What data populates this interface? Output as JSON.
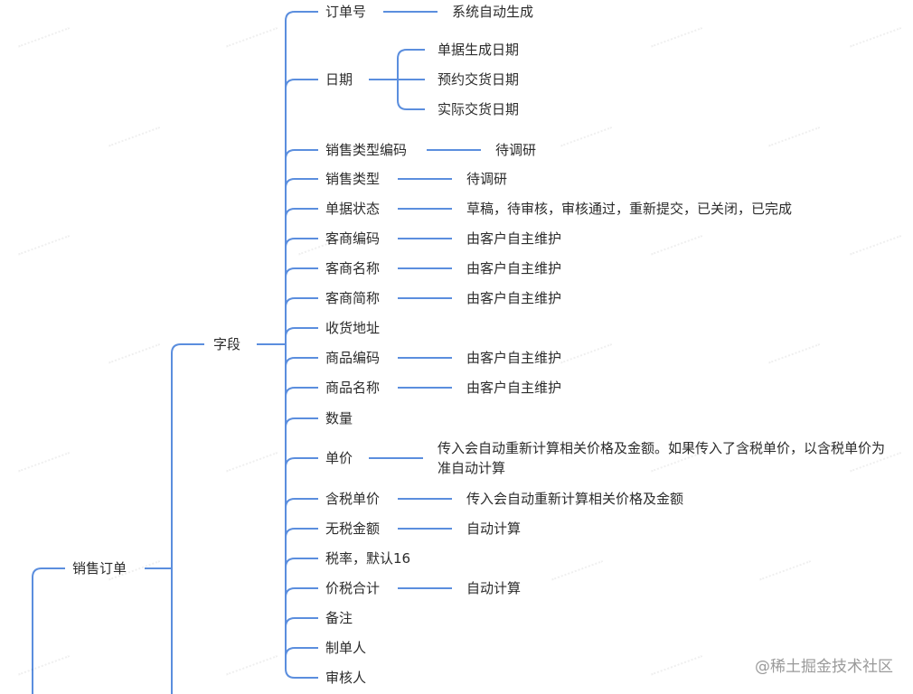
{
  "root": {
    "label": "销售订单"
  },
  "fields": {
    "label": "字段"
  },
  "items": [
    {
      "label": "订单号",
      "note": "系统自动生成"
    },
    {
      "label": "日期",
      "children": [
        "单据生成日期",
        "预约交货日期",
        "实际交货日期"
      ]
    },
    {
      "label": "销售类型编码",
      "note": "待调研"
    },
    {
      "label": "销售类型",
      "note": "待调研"
    },
    {
      "label": "单据状态",
      "note": "草稿，待审核，审核通过，重新提交，已关闭，已完成"
    },
    {
      "label": "客商编码",
      "note": "由客户自主维护"
    },
    {
      "label": "客商名称",
      "note": "由客户自主维护"
    },
    {
      "label": "客商简称",
      "note": "由客户自主维护"
    },
    {
      "label": "收货地址"
    },
    {
      "label": "商品编码",
      "note": "由客户自主维护"
    },
    {
      "label": "商品名称",
      "note": "由客户自主维护"
    },
    {
      "label": "数量"
    },
    {
      "label": "单价",
      "note": "传入会自动重新计算相关价格及金额。如果传入了含税单价，以含税单价为准自动计算"
    },
    {
      "label": "含税单价",
      "note": "传入会自动重新计算相关价格及金额"
    },
    {
      "label": "无税金额",
      "note": "自动计算"
    },
    {
      "label": "税率，默认16"
    },
    {
      "label": "价税合计",
      "note": "自动计算"
    },
    {
      "label": "备注"
    },
    {
      "label": "制单人"
    },
    {
      "label": "审核人"
    }
  ],
  "watermark": {
    "site": "@稀土掘金技术社区"
  },
  "colors": {
    "line": "#5b8ede",
    "text": "#2b2b2b"
  }
}
